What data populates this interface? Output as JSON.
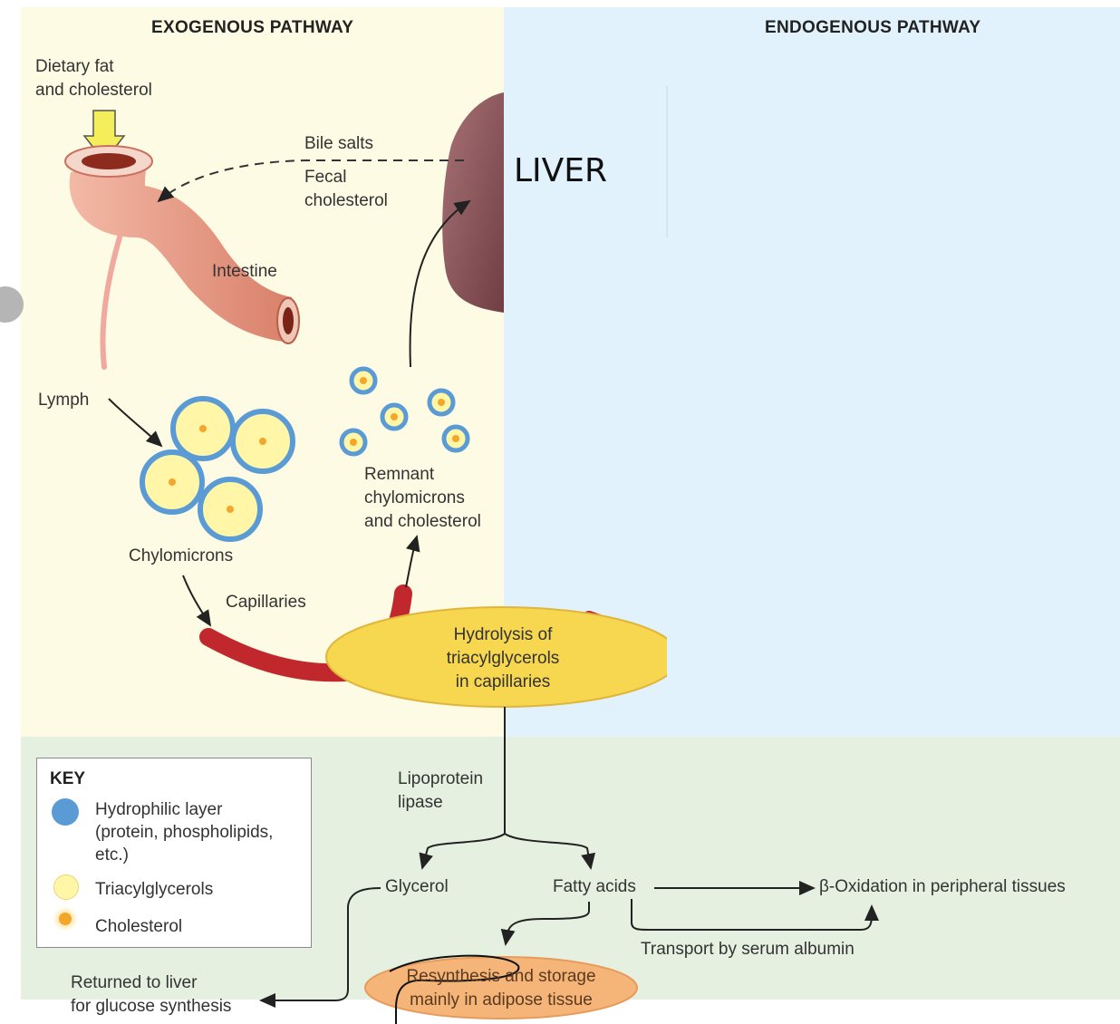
{
  "headings": {
    "exogenous": "EXOGENOUS PATHWAY",
    "endogenous": "ENDOGENOUS PATHWAY"
  },
  "labels": {
    "dietary_fat": [
      "Dietary fat",
      "and cholesterol"
    ],
    "bile_salts": "Bile salts",
    "fecal_cholesterol": [
      "Fecal",
      "cholesterol"
    ],
    "liver": "LIVER",
    "intestine": "Intestine",
    "lymph": "Lymph",
    "chylomicrons": "Chylomicrons",
    "remnant": [
      "Remnant",
      "chylomicrons",
      "and cholesterol"
    ],
    "capillaries": "Capillaries",
    "hydrolysis": [
      "Hydrolysis of",
      "triacylglycerols",
      "in capillaries"
    ],
    "lipoprotein_lipase": [
      "Lipoprotein",
      "lipase"
    ],
    "glycerol": "Glycerol",
    "fatty_acids": "Fatty acids",
    "beta_oxidation": "β-Oxidation in peripheral tissues",
    "transport": "Transport by serum albumin",
    "returned": [
      "Returned to liver",
      "for glucose synthesis"
    ],
    "resynthesis": [
      "Resynthesis and storage",
      "mainly in adipose tissue"
    ]
  },
  "key": {
    "title": "KEY",
    "hydrophilic": [
      "Hydrophilic layer",
      "(protein, phospholipids,",
      "etc.)"
    ],
    "triacylglycerols": "Triacylglycerols",
    "cholesterol": "Cholesterol"
  },
  "colors": {
    "exogenous_bg": "#fdfbe3",
    "endogenous_bg": "#e2f2fc",
    "bottom_bg": "#e6f0e0",
    "hydrophilic": "#5b9bd5",
    "triacylglycerol": "#fff6a8",
    "cholesterol": "#f4a62a",
    "liver": "#8e5a5e",
    "capillary": "#c0282e",
    "hydrolysis_fill": "#f7d650",
    "storage_fill": "#f5b578",
    "intestine": "#eaa08a"
  }
}
